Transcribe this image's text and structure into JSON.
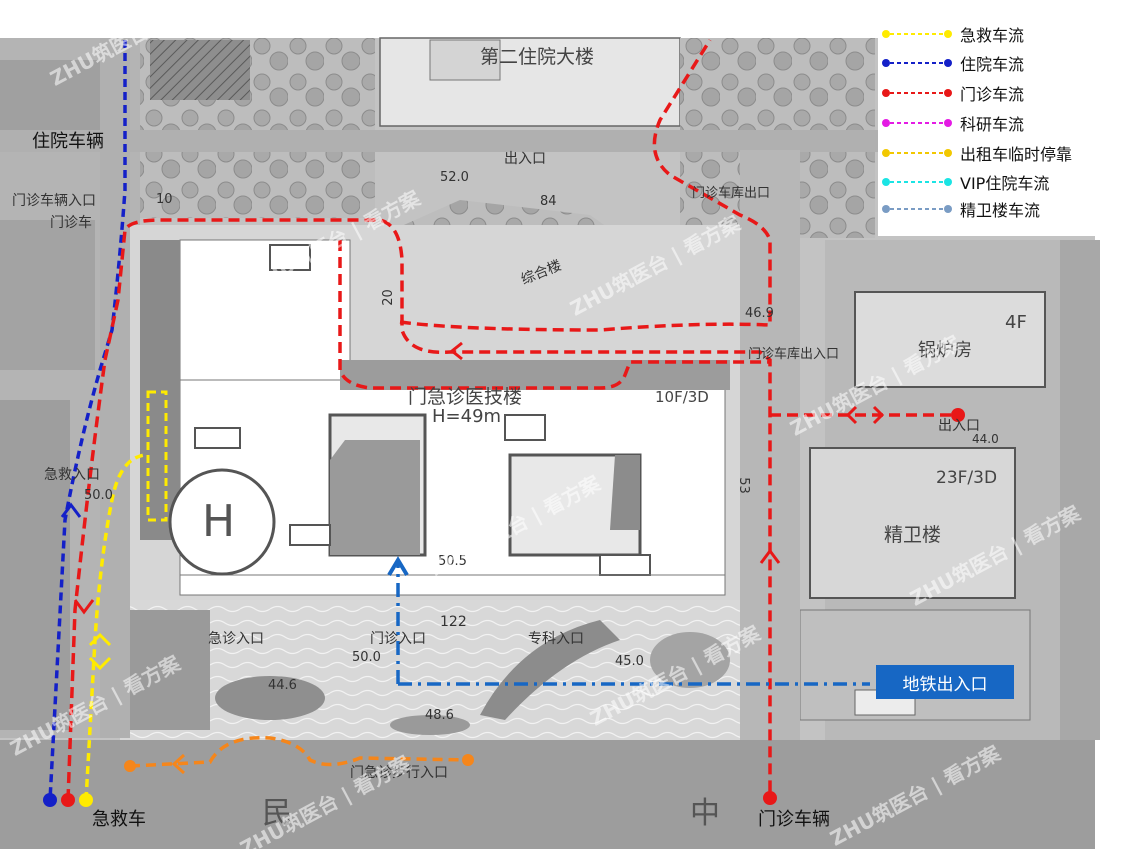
{
  "legend": [
    {
      "label": "急救车流",
      "color": "#ffeb00"
    },
    {
      "label": "住院车流",
      "color": "#1420c8"
    },
    {
      "label": "门诊车流",
      "color": "#e81818"
    },
    {
      "label": "科研车流",
      "color": "#e41be4"
    },
    {
      "label": "出租车临时停靠",
      "color": "#f2c800"
    },
    {
      "label": "VIP住院车流",
      "color": "#1be4e4"
    },
    {
      "label": "精卫楼车流",
      "color": "#7a9cc4"
    }
  ],
  "labels": {
    "inpatient_vehicle": "住院车辆",
    "ambulance": "急救车",
    "outpatient_vehicle": "门诊车辆",
    "metro_entrance": "地铁出入口"
  },
  "map": {
    "second_inpatient_building": "第二住院大楼",
    "entrance_exit_top": "出入口",
    "entrance_exit_right": "出入口",
    "outpatient_vehicle_entrance": "门诊车辆入口",
    "outpatient_car_short": "门诊车",
    "garage_exit_top": "门诊车库出口",
    "garage_entrance_exit": "门诊车库出入口",
    "main_building": "门急诊医技楼",
    "height": "H=49m",
    "floors_main": "10F/3D",
    "boiler_room": "锅炉房",
    "boiler_floors": "4F",
    "mental_health_building": "精卫楼",
    "mental_floors": "23F/3D",
    "emergency_entrance_side": "急救入口",
    "emergency_entrance": "急诊入口",
    "outpatient_entrance": "门诊入口",
    "special_entrance": "专科入口",
    "pedestrian_entrance": "门急诊步行入口",
    "helipad": "H",
    "complex": "综合楼",
    "road_char_1": "民",
    "road_char_2": "中",
    "elev_52": "52.0",
    "elev_50a": "50.0",
    "elev_50b": "50.0",
    "elev_505": "50.5",
    "elev_45": "45.0",
    "elev_446": "44.6",
    "elev_486": "48.6",
    "elev_469": "46.9",
    "elev_440": "44.0",
    "dim_10": "10",
    "dim_84": "84",
    "dim_122": "122",
    "dim_53": "53",
    "dim_20": "20",
    "watermark": "ZHU筑医台 | 看方案"
  }
}
